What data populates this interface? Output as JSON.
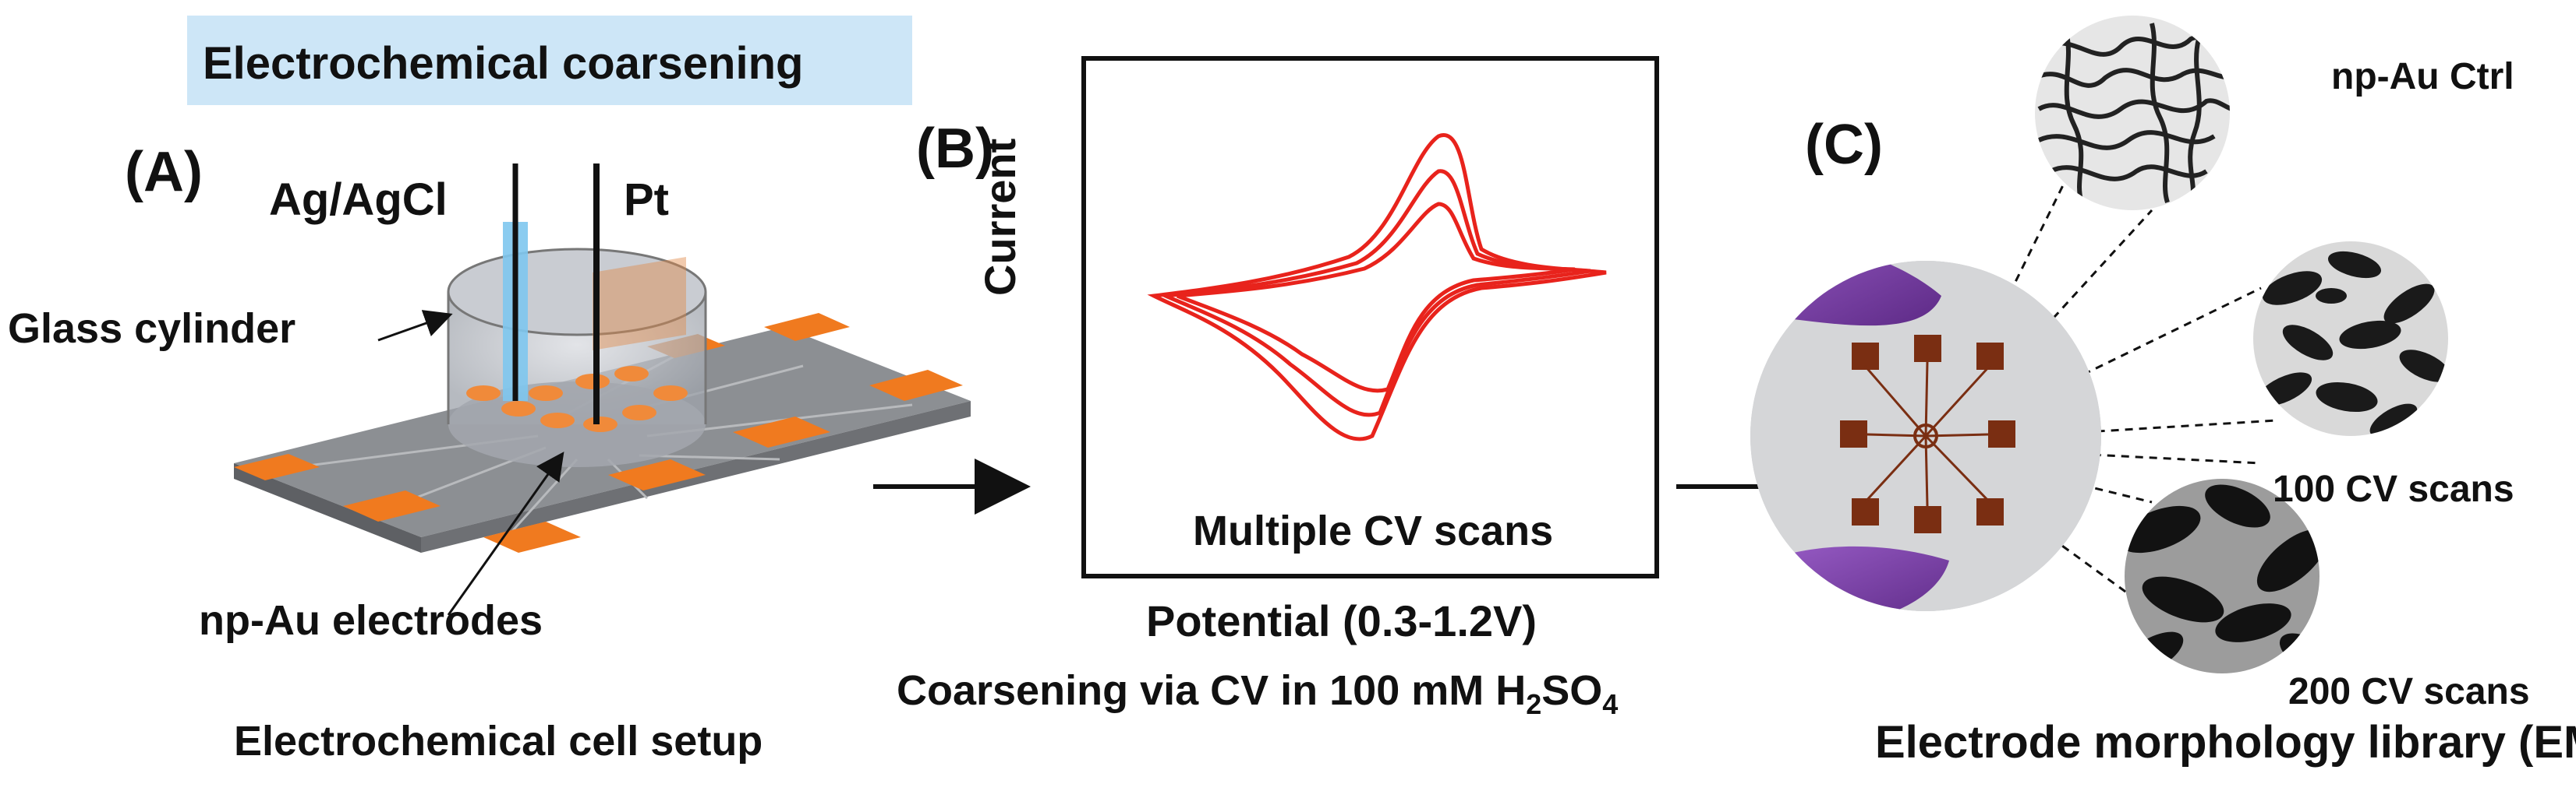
{
  "banner": {
    "text": "Electrochemical coarsening"
  },
  "panel_a": {
    "label": "(A)",
    "ref_electrode": "Ag/AgCl",
    "counter_electrode": "Pt",
    "cylinder_label": "Glass cylinder",
    "electrodes_label": "np-Au electrodes",
    "caption": "Electrochemical cell setup"
  },
  "panel_b": {
    "label": "(B)",
    "ylabel": "Current",
    "xlabel": "Potential (0.3-1.2V)",
    "inset_text": "Multiple CV scans",
    "caption_prefix": "Coarsening via CV in 100 mM H",
    "caption_sub1": "2",
    "caption_mid": "SO",
    "caption_sub2": "4"
  },
  "panel_c": {
    "label": "(C)",
    "sem_1": "np-Au Ctrl",
    "sem_2": "100 CV scans",
    "sem_3": "200 CV scans",
    "caption": "Electrode morphology library (EML)"
  },
  "colors": {
    "pad": "#f07a1f",
    "substrate": "#8a8a8a",
    "cv_line": "#e8231c",
    "banner": "#cde6f7",
    "glove": "#7b3fa8",
    "chip_pad": "#7a2e12"
  }
}
